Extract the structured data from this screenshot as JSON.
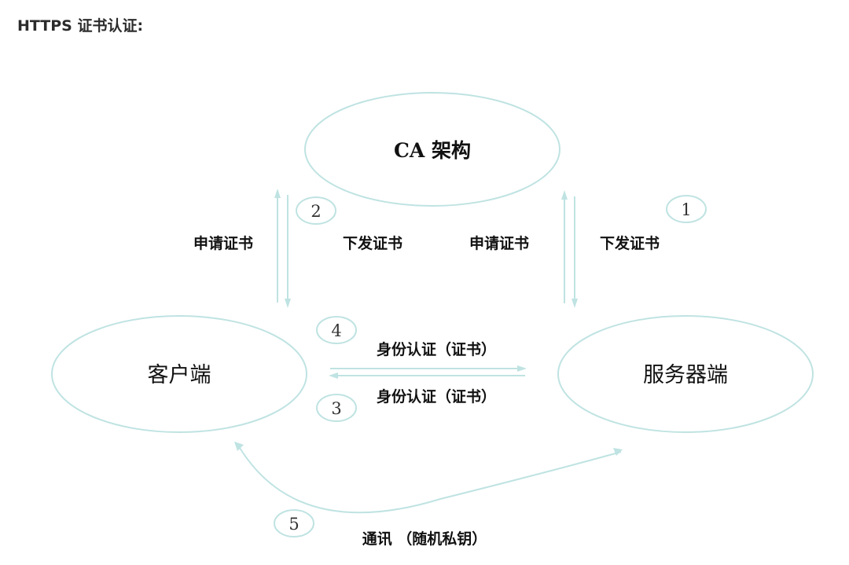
{
  "heading": "HTTPS 证书认证:",
  "nodes": {
    "ca": "CA 架构",
    "client": "客户端",
    "server": "服务器端"
  },
  "edges": {
    "client_apply": "申请证书",
    "client_issue": "下发证书",
    "server_apply": "申请证书",
    "server_issue": "下发证书",
    "auth_top": "身份认证（证书）",
    "auth_bottom": "身份认证（证书）",
    "communication": "通讯 （随机私钥）"
  },
  "steps": {
    "s1": "1",
    "s2": "2",
    "s3": "3",
    "s4": "4",
    "s5": "5"
  }
}
